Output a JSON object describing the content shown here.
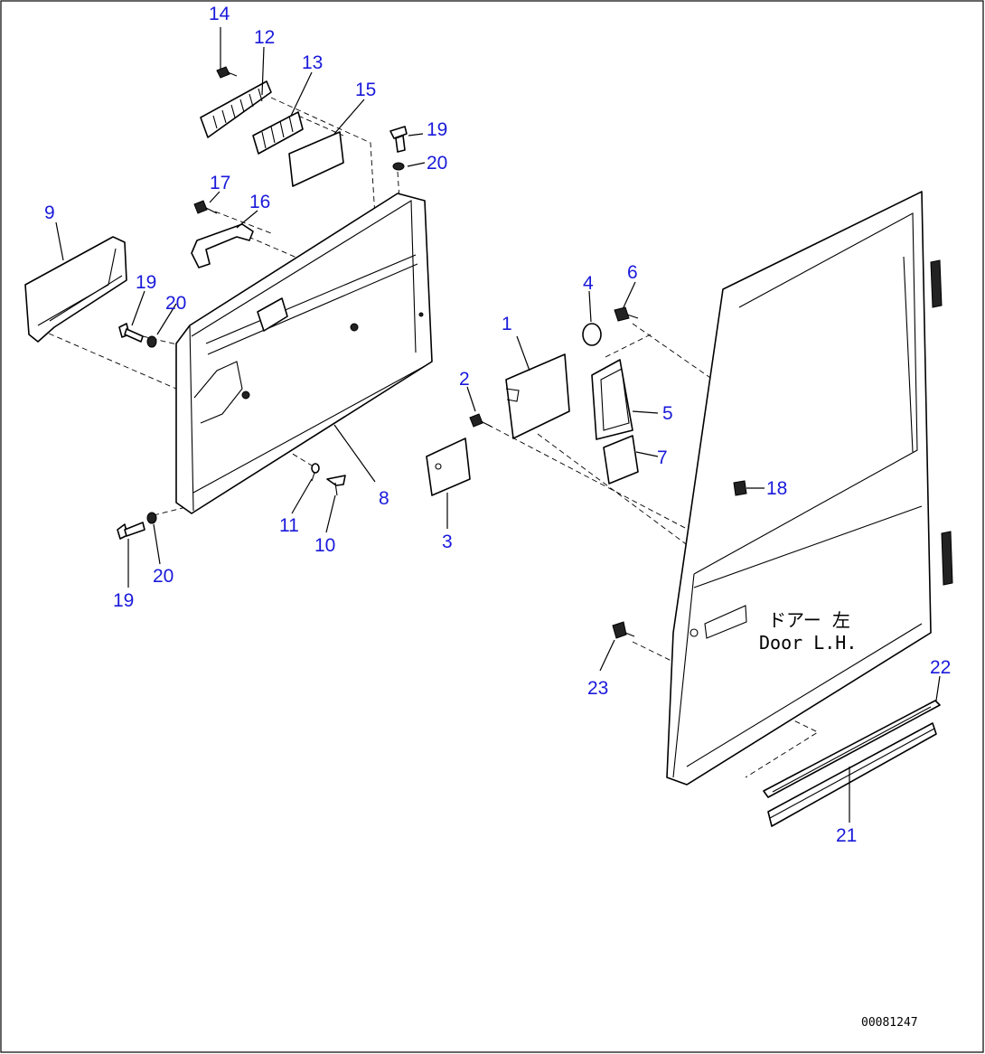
{
  "diagram": {
    "callouts": {
      "c1": "1",
      "c2": "2",
      "c3": "3",
      "c4": "4",
      "c5": "5",
      "c6": "6",
      "c7": "7",
      "c8": "8",
      "c9": "9",
      "c10": "10",
      "c11": "11",
      "c12": "12",
      "c13": "13",
      "c14": "14",
      "c15": "15",
      "c16": "16",
      "c17": "17",
      "c18": "18",
      "c19a": "19",
      "c19b": "19",
      "c19c": "19",
      "c20a": "20",
      "c20b": "20",
      "c20c": "20",
      "c21": "21",
      "c22": "22",
      "c23": "23"
    },
    "door_label_jp": "ドアー 左",
    "door_label_en": "Door L.H.",
    "drawing_code": "00081247"
  }
}
